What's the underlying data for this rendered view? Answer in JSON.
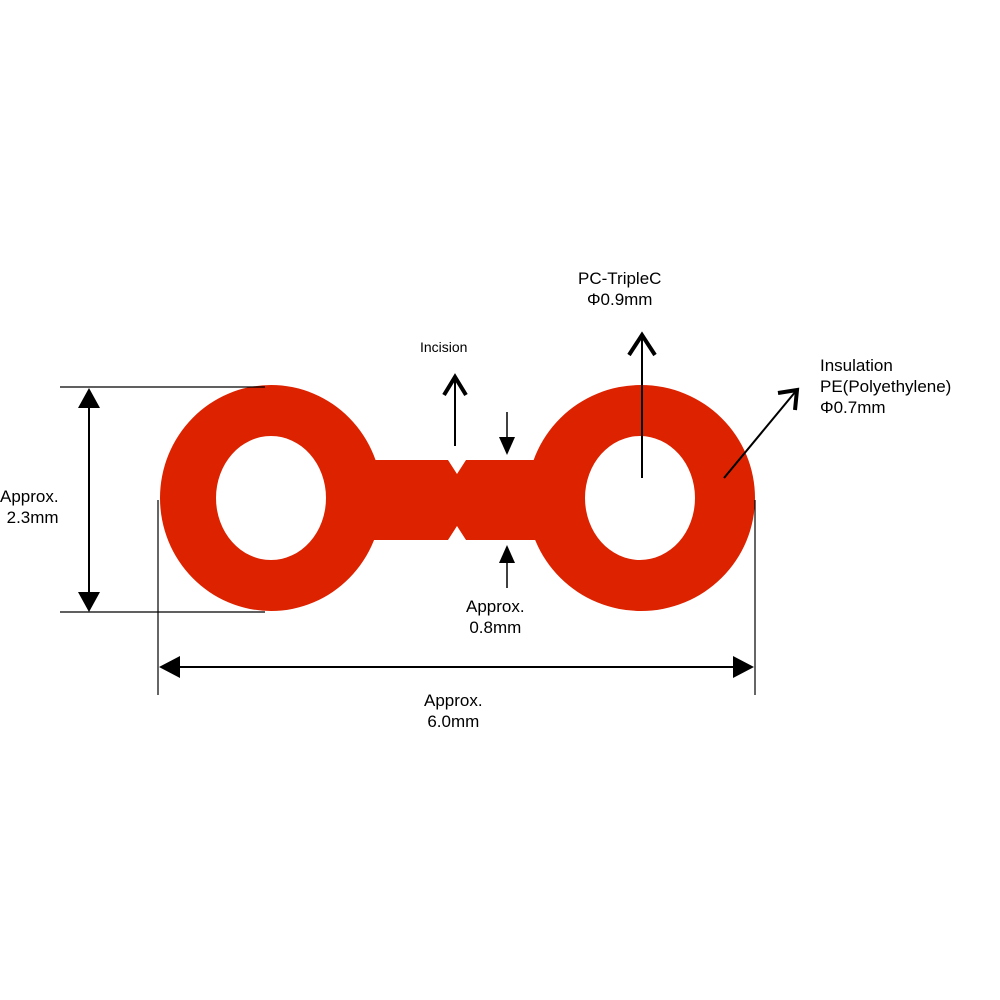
{
  "colors": {
    "insulation": "#DD2200",
    "line": "#000000"
  },
  "labels": {
    "conductor": {
      "name": "PC-TripleC",
      "diameter": "Φ0.9mm"
    },
    "insulation": {
      "title": "Insulation",
      "material": "PE(Polyethylene)",
      "diameter": "Φ0.7mm"
    },
    "incision": "Incision",
    "height": {
      "line1": "Approx.",
      "line2": "2.3mm"
    },
    "bridge": {
      "line1": "Approx.",
      "line2": "0.8mm"
    },
    "width": {
      "line1": "Approx.",
      "line2": "6.0mm"
    }
  }
}
